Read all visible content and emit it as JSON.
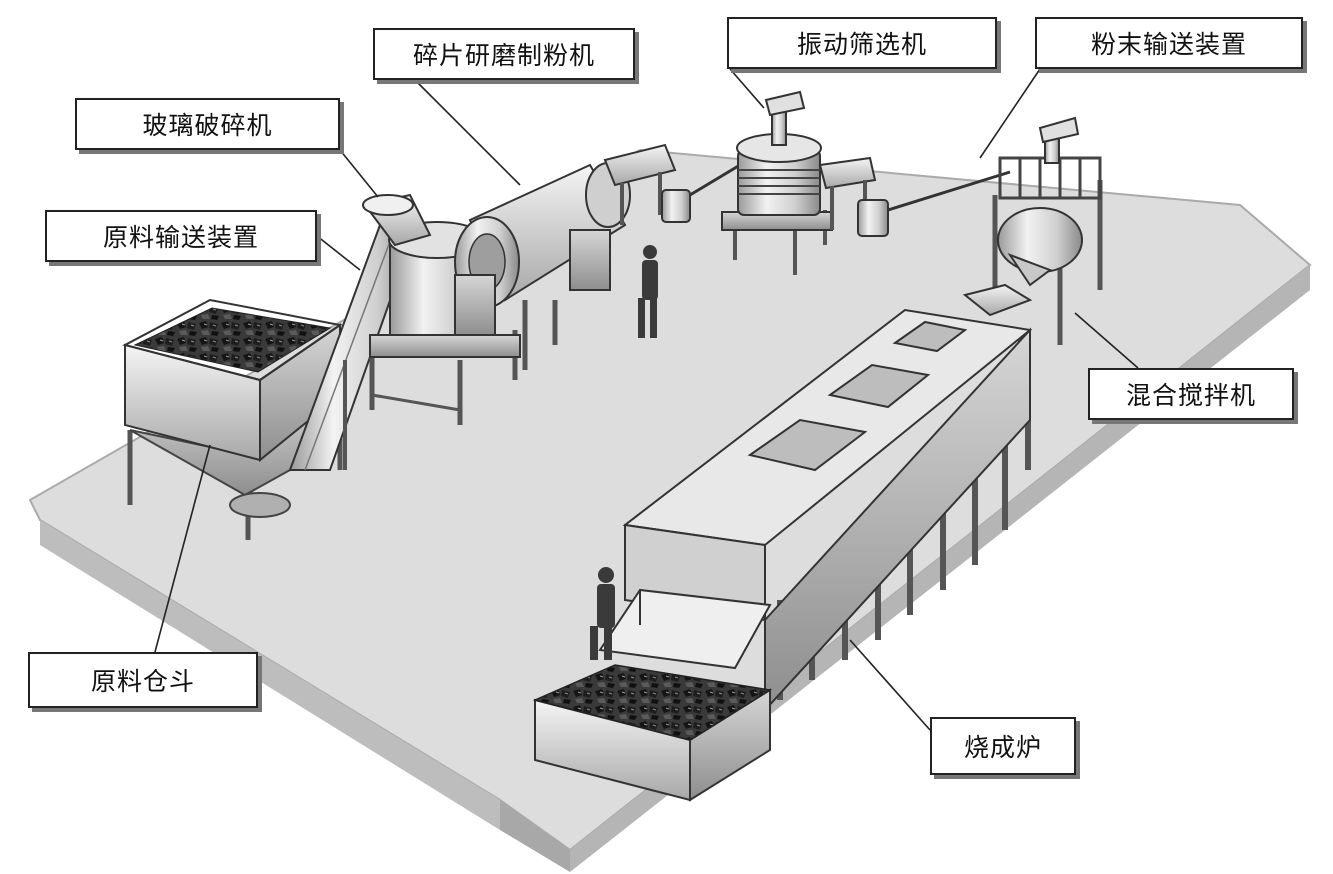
{
  "labels": {
    "glass_crusher": "玻璃破碎机",
    "grinder": "碎片研磨制粉机",
    "vibrating_screener": "振动筛选机",
    "powder_conveyor": "粉末输送装置",
    "raw_conveyor": "原料输送装置",
    "mixer": "混合搅拌机",
    "raw_hopper": "原料仓斗",
    "kiln": "烧成炉"
  },
  "colors": {
    "floor": "#dcdcdc",
    "floor_edge": "#b8b8b8",
    "metal_light": "#e8e8e8",
    "metal_mid": "#bdbdbd",
    "metal_dark": "#6b6b6b",
    "material": "#2a2a2a",
    "person": "#3a3a3a",
    "leader": "#222222"
  }
}
